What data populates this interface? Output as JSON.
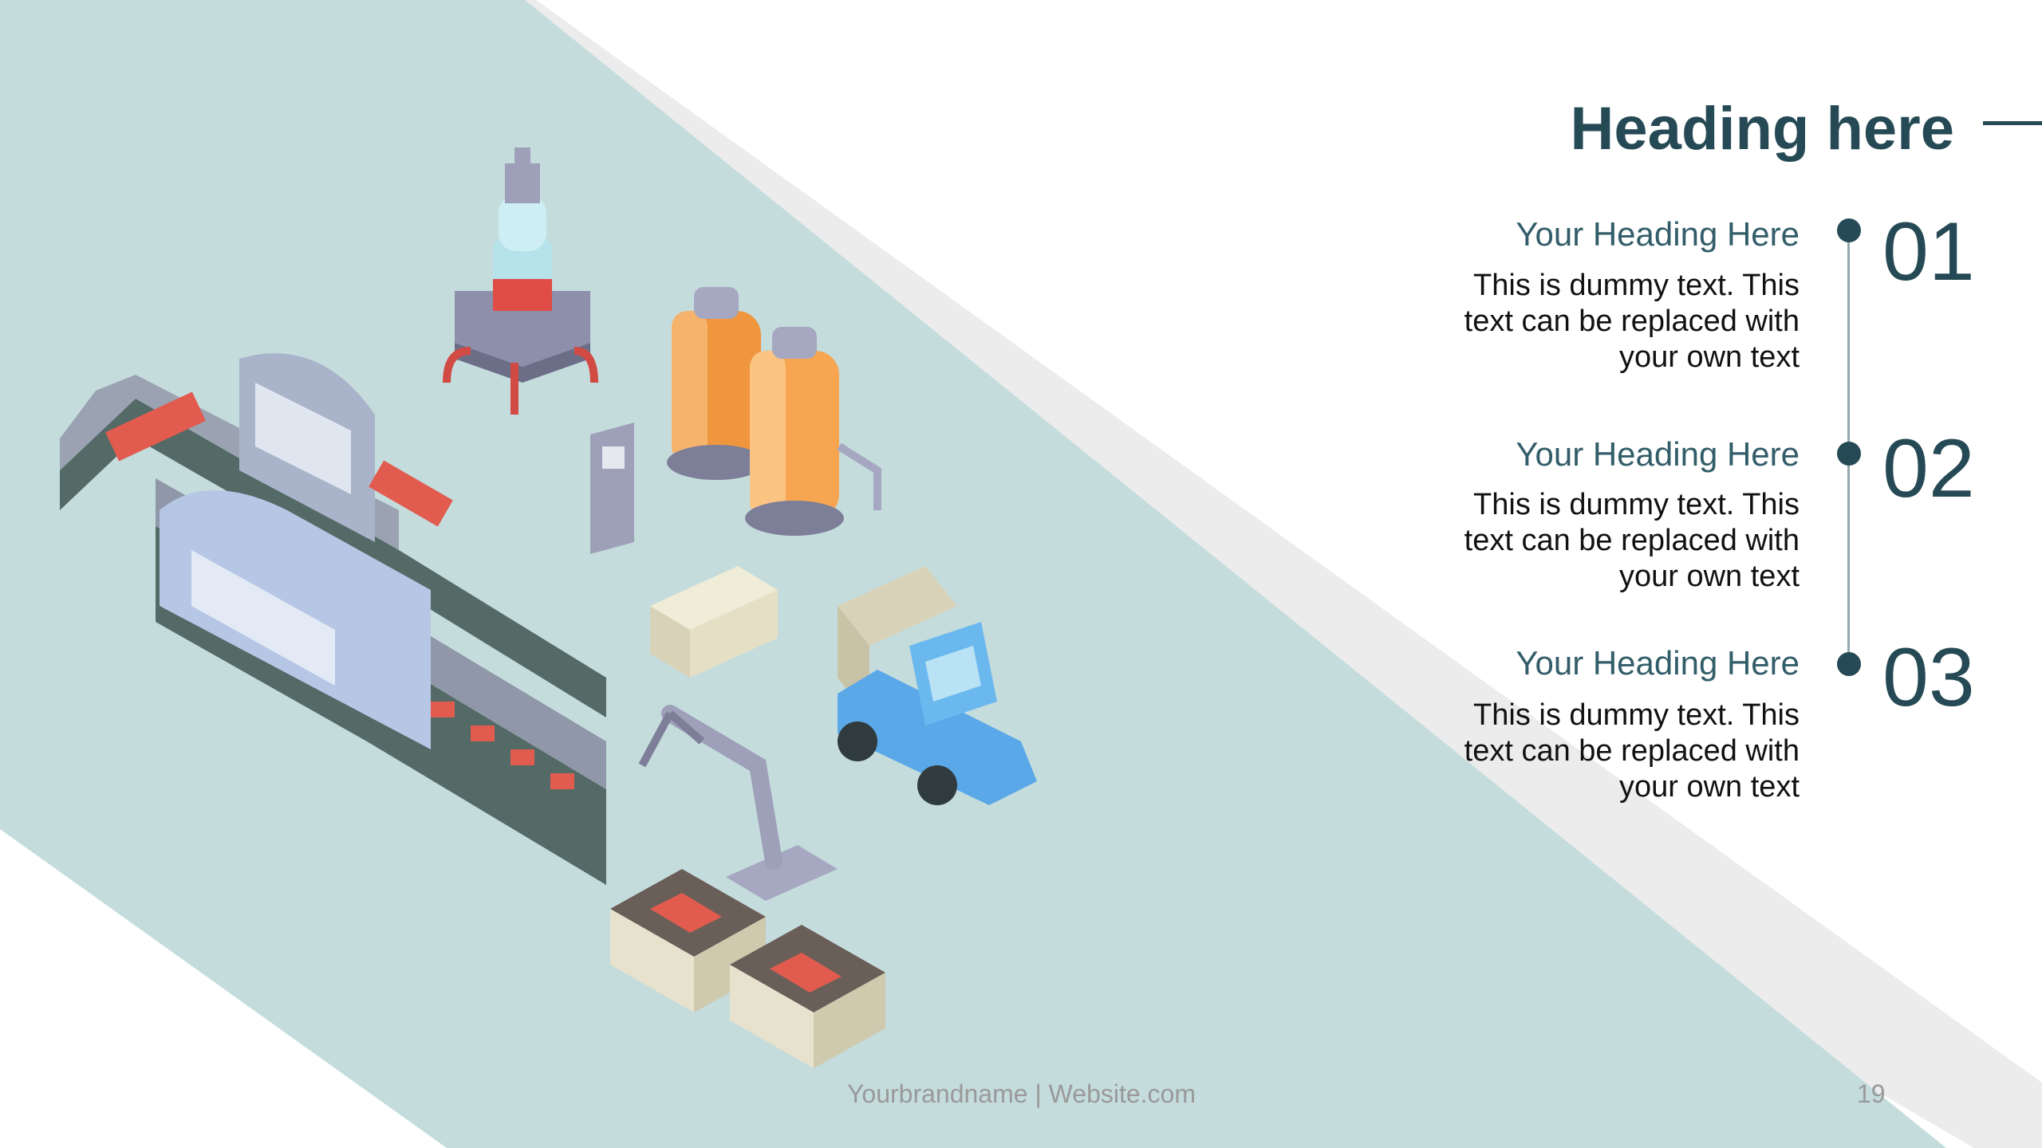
{
  "title": "Heading here",
  "items": [
    {
      "number": "01",
      "heading": "Your Heading Here",
      "body": "This is dummy text. This text can be replaced with your own text"
    },
    {
      "number": "02",
      "heading": "Your Heading Here",
      "body": "This is dummy text. This text can be replaced with your own text"
    },
    {
      "number": "03",
      "heading": "Your Heading Here",
      "body": "This is dummy text. This text can be replaced with your own text"
    }
  ],
  "footer": {
    "brand": "Yourbrandname | Website.com",
    "page": "19"
  },
  "illustration": {
    "subject": "isometric factory production line",
    "icons": [
      "conveyor-belt-icon",
      "water-tower-icon",
      "gas-tank-icon",
      "robot-arm-icon",
      "truck-icon",
      "brick-crate-icon"
    ]
  },
  "colors": {
    "accent": "#264a55",
    "band": "#c5dcdc",
    "shadow": "#e6e6e6",
    "text_secondary": "#325d69"
  }
}
